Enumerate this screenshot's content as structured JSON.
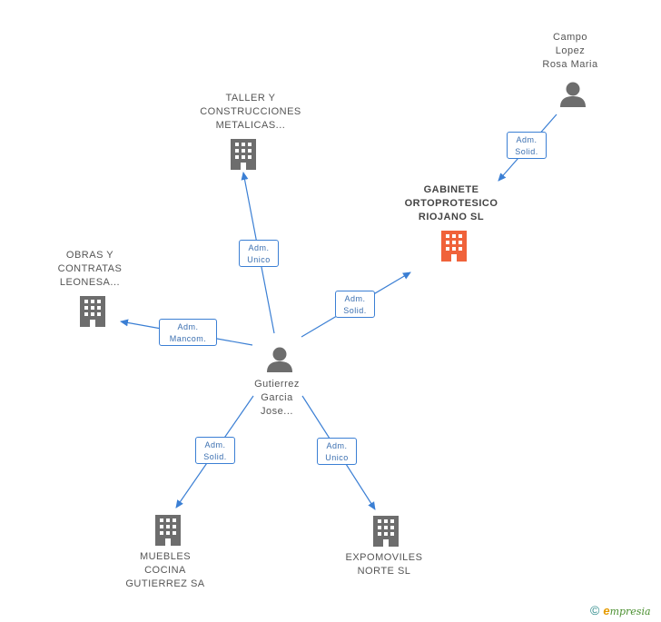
{
  "colors": {
    "edge": "#3b7fd4",
    "node_icon": "#6d6d6d",
    "main_node_icon": "#f0623a",
    "label_text": "#555555"
  },
  "nodes": {
    "taller": {
      "label": [
        "TALLER Y",
        "CONSTRUCCIONES",
        "METALICAS..."
      ],
      "icon": "building-icon"
    },
    "campo": {
      "label": [
        "Campo",
        "Lopez",
        "Rosa Maria"
      ],
      "icon": "person-icon"
    },
    "gabinete": {
      "label": [
        "GABINETE",
        "ORTOPROTESICO",
        "RIOJANO SL"
      ],
      "icon": "building-icon"
    },
    "obras": {
      "label": [
        "OBRAS Y",
        "CONTRATAS",
        "LEONESA..."
      ],
      "icon": "building-icon"
    },
    "gutierrez": {
      "label": [
        "Gutierrez",
        "Garcia",
        "Jose..."
      ],
      "icon": "person-icon"
    },
    "muebles": {
      "label": [
        "MUEBLES",
        "COCINA",
        "GUTIERREZ SA"
      ],
      "icon": "building-icon"
    },
    "expomoviles": {
      "label": [
        "EXPOMOVILES",
        "NORTE SL"
      ],
      "icon": "building-icon"
    }
  },
  "edges": {
    "campo_gabinete": [
      "Adm.",
      "Solid."
    ],
    "gutierrez_taller": [
      "Adm.",
      "Unico"
    ],
    "gutierrez_gabinete": [
      "Adm.",
      "Solid."
    ],
    "gutierrez_obras": [
      "Adm.",
      "Mancom."
    ],
    "gutierrez_muebles": [
      "Adm.",
      "Solid."
    ],
    "gutierrez_expomoviles": [
      "Adm.",
      "Unico"
    ]
  },
  "brand": {
    "copyright": "©",
    "initial": "e",
    "rest": "mpresia"
  }
}
